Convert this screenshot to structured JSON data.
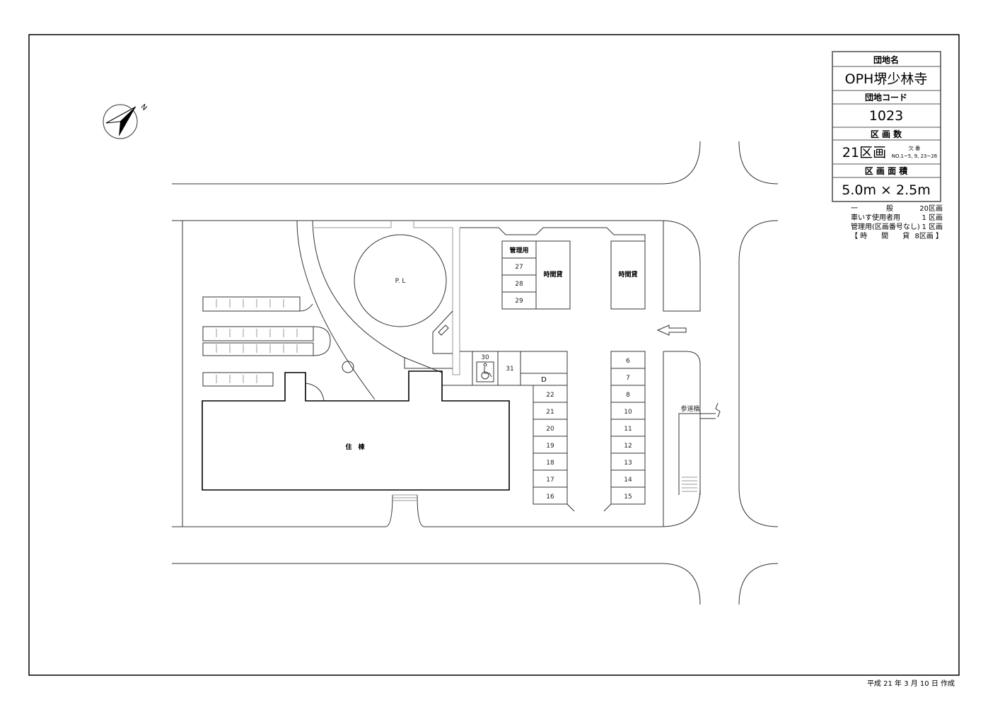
{
  "info_box": {
    "name_label": "団地名",
    "name": "OPH堺少林寺",
    "code_label": "団地コード",
    "code": "1023",
    "count_label": "区 画 数",
    "count": "21区画",
    "count_note_top": "欠 番",
    "count_note": "NO.1~5, 9, 23~26",
    "area_label": "区 画 面 積",
    "area": "5.0m × 2.5m"
  },
  "legend": [
    {
      "label": "一　　　　般",
      "value": "20区画"
    },
    {
      "label": "車いす使用者用",
      "value": "1 区画"
    },
    {
      "label": "管理用(区画番号なし)",
      "value": "1 区画"
    },
    {
      "label": "【 時　　間　　貸",
      "value": "8区画 】"
    }
  ],
  "compass": "N",
  "labels": {
    "pl": "P. L",
    "building": "住　棟",
    "kanri": "管理用",
    "hourly1": "時間貸",
    "hourly2": "時間貸",
    "d": "D",
    "bridge": "参道橋"
  },
  "spaces_left_top": [
    "27",
    "28",
    "29"
  ],
  "space_30": "30",
  "space_31": "31",
  "spaces_col_a": [
    "22",
    "21",
    "20",
    "19",
    "18",
    "17",
    "16"
  ],
  "spaces_col_b": [
    "6",
    "7",
    "8",
    "10",
    "11",
    "12",
    "13",
    "14",
    "15"
  ],
  "footer": "平成 21 年 3 月 10 日 作成"
}
